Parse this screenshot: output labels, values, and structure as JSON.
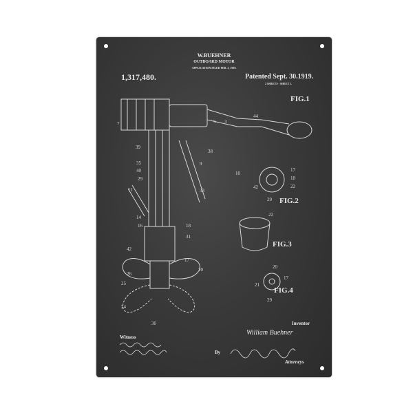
{
  "header": {
    "inventor_name": "W.BUEHNER",
    "title": "OUTBOARD MOTOR",
    "application": "APPLICATION FILED FEB. 3, 1919.",
    "patent_number": "1,317,480.",
    "patent_date": "Patented Sept. 30.1919.",
    "sheets": "2 SHEETS - SHEET 1."
  },
  "figures": {
    "fig1": "FIG.1",
    "fig2": "FIG.2",
    "fig3": "FIG.3",
    "fig4": "FIG.4"
  },
  "footer": {
    "witness": "Witness",
    "inventor_label": "Inventor",
    "inventor_signature": "William Buehner",
    "by": "By",
    "attorneys": "Attorneys"
  },
  "colors": {
    "background": "#3a3a3a",
    "ink": "#e8e8e8"
  }
}
